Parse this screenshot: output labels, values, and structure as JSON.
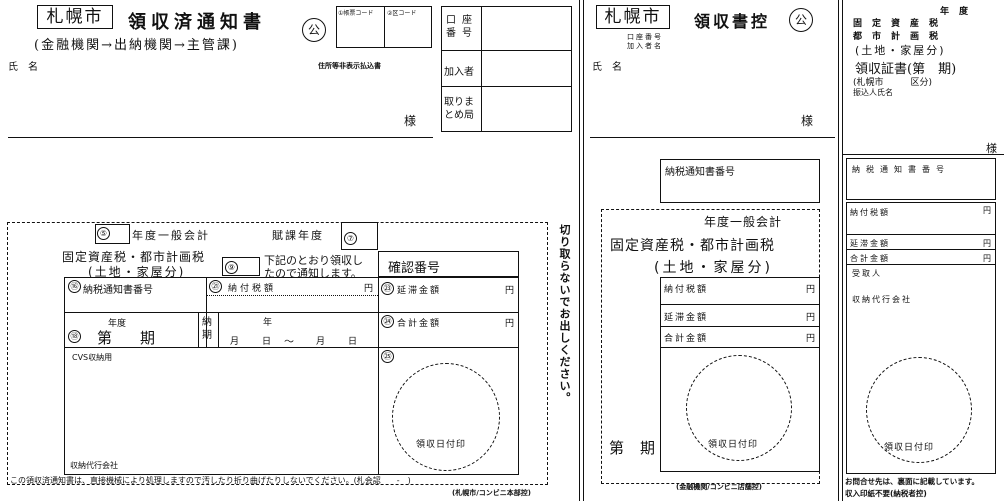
{
  "left": {
    "city_label": "札幌市",
    "title": "領収済通知書",
    "kou": "公",
    "route": "(金融機関→出納機関→主管課)",
    "code1_label": "①帳票コード",
    "code2_label": "②区コード",
    "account_label": "口座\n番号",
    "subscriber_label": "加入者",
    "collector_label": "取りま\nとめ局",
    "name_label": "氏　名",
    "address_note": "住所等非表示払込書",
    "sama": "様",
    "n5": "⑤",
    "general_account": "年度一般会計",
    "tax_year_label": "賦課年度",
    "n7": "⑦",
    "tax_name": "固定資産税・都市計画税",
    "tax_sub": "(土地・家屋分)",
    "n9": "⑨",
    "notice_text": "下記のとおり領収し\nたので通知します。",
    "confirm_no": "確認番号",
    "n16": "⑯",
    "notice_no_label": "納税通知書番号",
    "n21": "㉑",
    "payment_label": "納付税額",
    "yen": "円",
    "n23": "㉓",
    "delay_label": "延滞金額",
    "n24": "㉔",
    "total_label": "合計金額",
    "nendo": "年度",
    "n18": "⑱",
    "dai": "第",
    "ki": "期",
    "nouki": "納\n期",
    "year": "年",
    "month": "月",
    "day": "日",
    "tilde": "～",
    "cvs": "CVS収納用",
    "n25": "㉕",
    "stamp": "領収日付印",
    "agency": "収納代行会社",
    "vertical_note": "切り取らないでお出しください。",
    "bottom_note": "この領収済通知書は、直接機械により処理しますので汚したり折り曲げたりしないでください。(札会認　　-　)",
    "bottom_keep": "(札幌市/コンビニ本部控)"
  },
  "middle": {
    "city_label": "札幌市",
    "title": "領収書控",
    "kou": "公",
    "account_small": "口座番号",
    "subscriber_small": "加入者名",
    "name_label": "氏　名",
    "sama": "様",
    "notice_no_label": "納税通知書番号",
    "general_account": "年度一般会計",
    "tax_name": "固定資産税・都市計画税",
    "tax_sub": "(土地・家屋分)",
    "payment_label": "納付税額",
    "delay_label": "延滞金額",
    "total_label": "合計金額",
    "yen": "円",
    "stamp": "領収日付印",
    "dai": "第",
    "ki": "期",
    "bottom_keep": "(金融機関/コンビニ店舗控)"
  },
  "right": {
    "nendo": "年度",
    "tax1": "固定資産税",
    "tax2": "都市計画税",
    "tax_sub": "(土地・家屋分)",
    "receipt": "領収証書(第　期)",
    "city_ward": "(札幌市　　　区分)",
    "payer": "振込人氏名",
    "sama": "様",
    "notice_no_label": "納税通知書番号",
    "payment_label": "納付税額",
    "delay_label": "延滞金額",
    "total_label": "合計金額",
    "yen": "円",
    "receiver": "受取人",
    "agency": "収納代行会社",
    "stamp": "領収日付印",
    "footer1": "お問合せ先は、裏面に記載しています。",
    "footer2": "収入印紙不要(納税者控)"
  }
}
